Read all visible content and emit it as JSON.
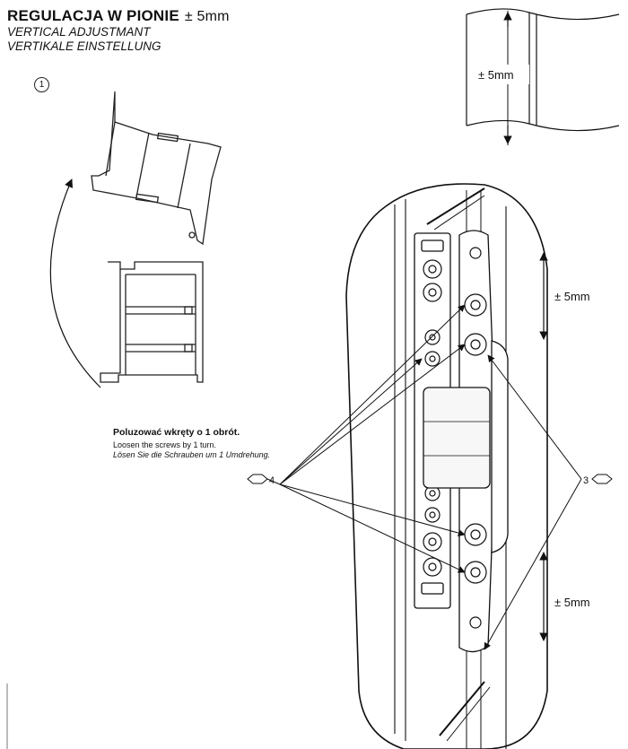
{
  "title": {
    "main": "REGULACJA W PIONIE",
    "tolerance": "± 5mm",
    "subtitle_en": "VERTICAL ADJUSTMANT",
    "subtitle_de": "VERTIKALE EINSTELLUNG"
  },
  "step": "1",
  "instruction": {
    "pl": "Poluzować wkręty o 1 obrót.",
    "en": "Loosen the screws by 1 turn.",
    "de": "Lösen Sie die Schrauben um 1 Umdrehung."
  },
  "callouts": {
    "screws_label": "4",
    "hex_key_label": "3"
  },
  "dimensions": {
    "top_detail": "± 5mm",
    "upper": "± 5mm",
    "lower": "± 5mm"
  }
}
